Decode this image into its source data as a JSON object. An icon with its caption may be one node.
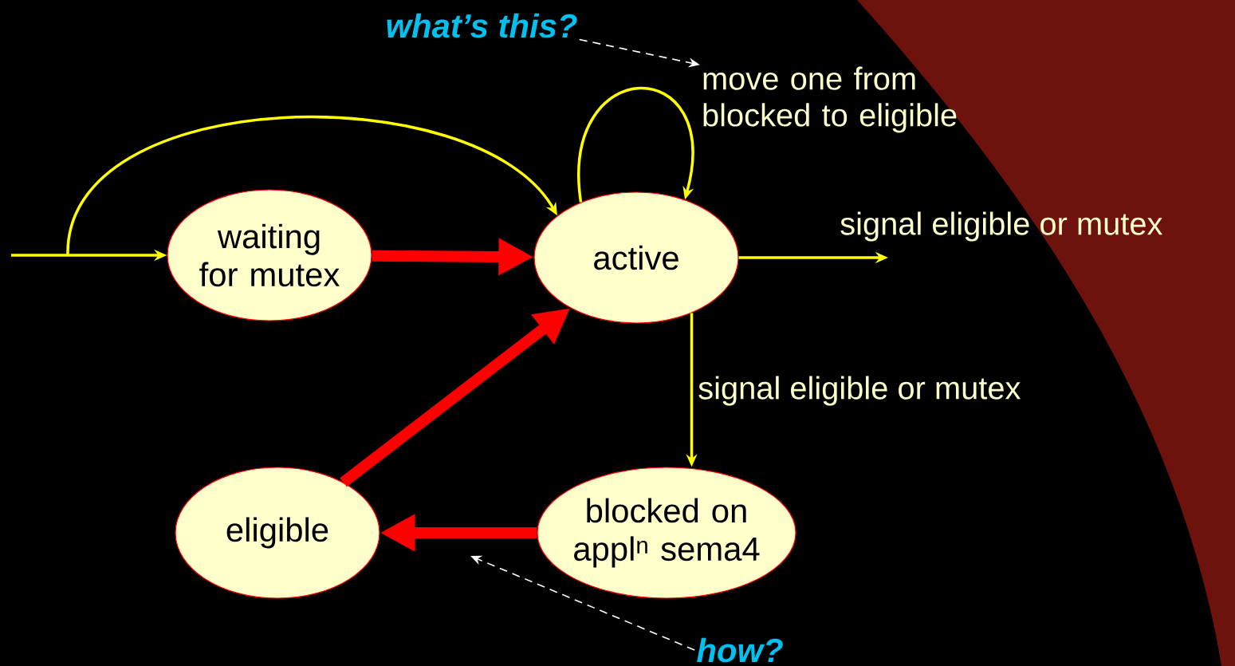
{
  "diagram": {
    "nodes": [
      {
        "text": [
          "waiting for mutex"
        ]
      },
      {
        "text": [
          "active"
        ]
      },
      {
        "text": [
          "eligible"
        ]
      },
      {
        "text": [
          "blocked on appl$^{n}$ sema4"
        ]
      },
      {
        "text": [
          "what’s this?"
        ]
      },
      {
        "text": [
          "move one from blocked to eligible"
        ]
      },
      {
        "text": [
          "how?"
        ]
      }
    ],
    "edges": [
      {
        "from": null,
        "to": 0,
        "arrow": "to"
      },
      {
        "from": null,
        "to": 1,
        "arrow": "to"
      },
      {
        "from": 0,
        "to": 1,
        "arrow": "to",
        "style": "thick",
        "color": "#ff0000"
      },
      {
        "from": 1,
        "to": 1,
        "arrow": "to"
      },
      {
        "from": 1,
        "to": null,
        "arrow": "to",
        "label": "signal eligible or mutex"
      },
      {
        "from": 1,
        "to": 3,
        "arrow": "to",
        "label": "signal eligible or mutex"
      },
      {
        "from": 3,
        "to": 2,
        "arrow": "to",
        "style": "thick",
        "color": "#ff0000"
      },
      {
        "from": 2,
        "to": 1,
        "arrow": "to",
        "style": "thick",
        "color": "#ff0000"
      },
      {
        "from": 4,
        "to": 5,
        "arrow": "to",
        "style": "dashed",
        "color": "#ffffff"
      },
      {
        "from": 6,
        "to": null,
        "arrow": "to",
        "style": "dashed",
        "color": "#ffffff"
      }
    ]
  }
}
